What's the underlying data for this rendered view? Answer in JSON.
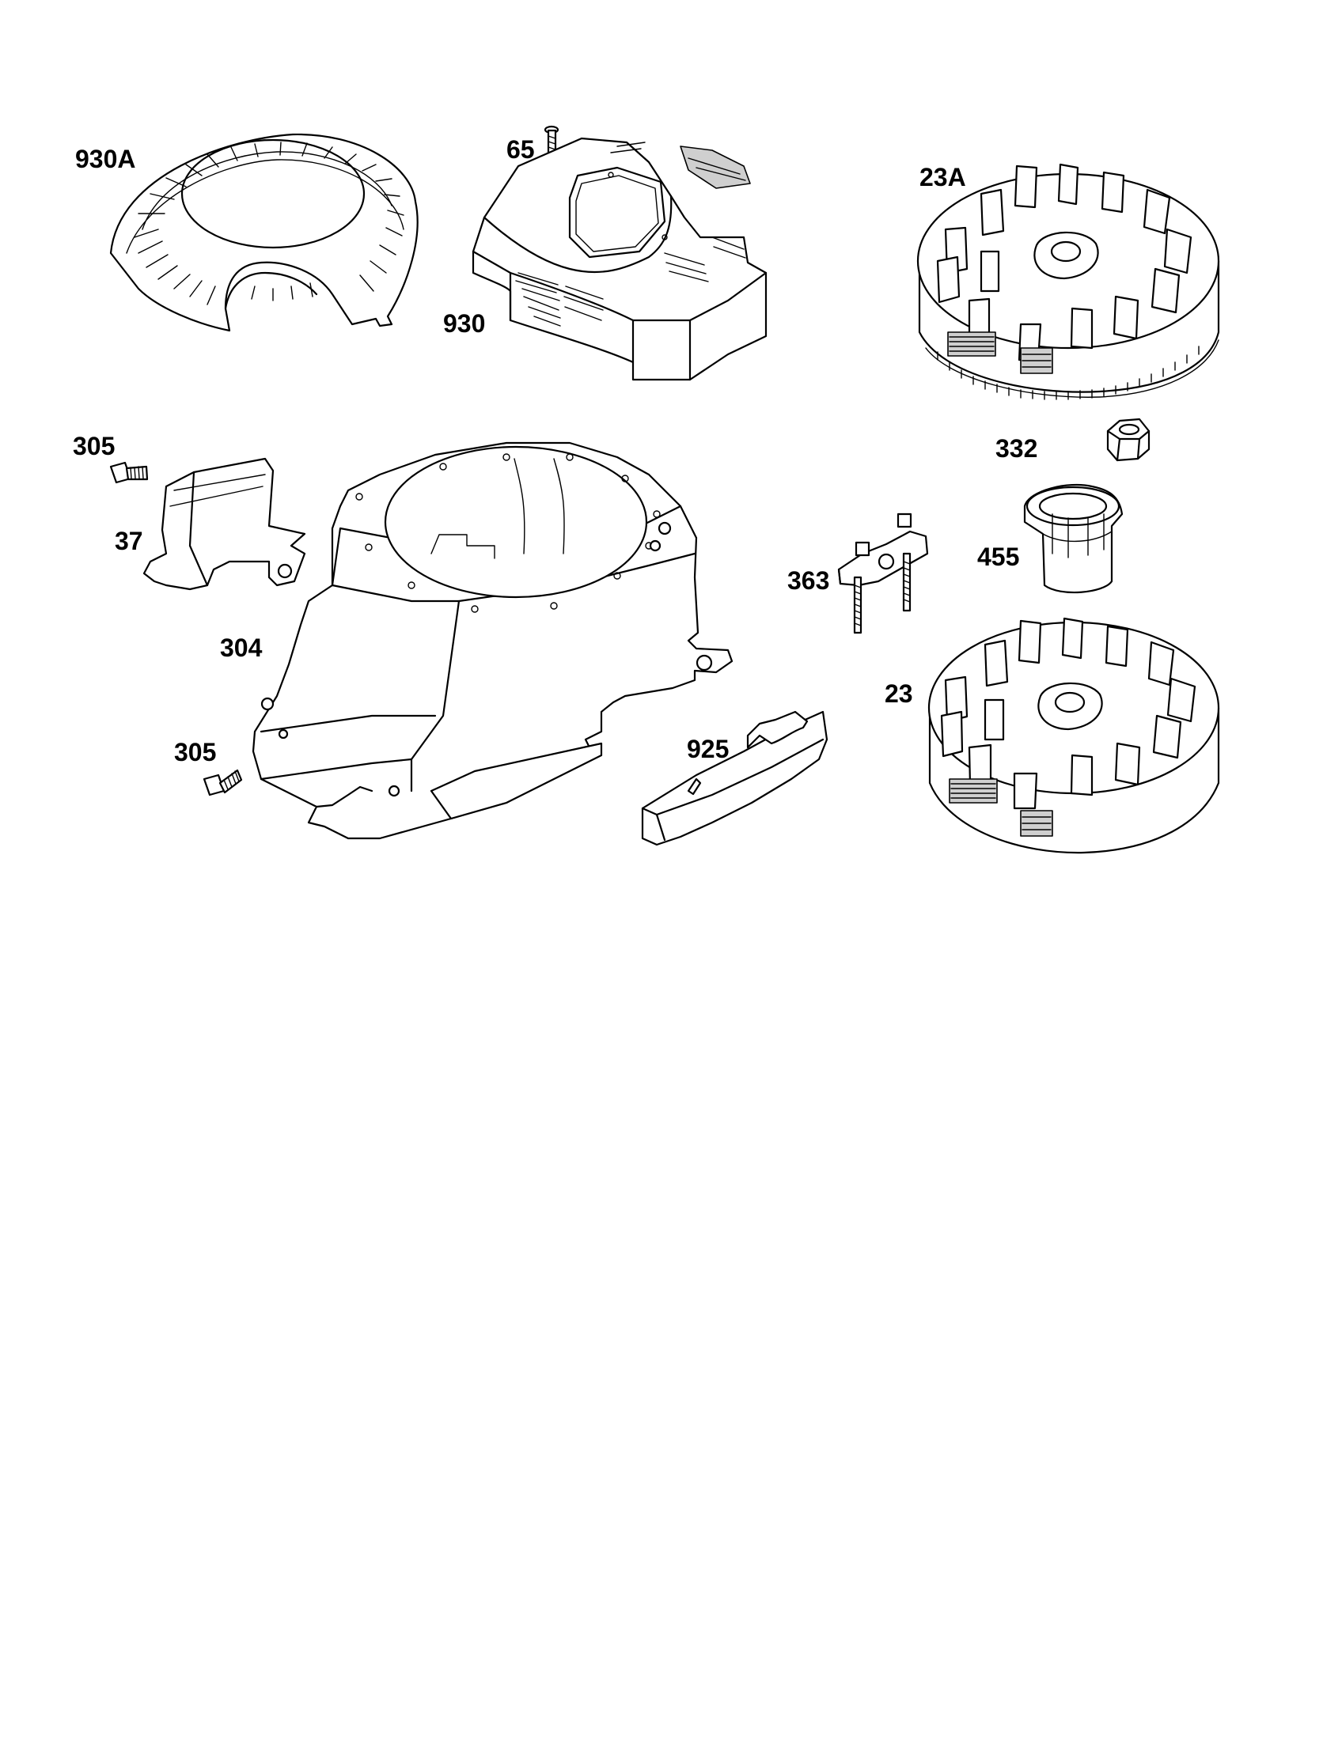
{
  "labels": {
    "p930A": "930A",
    "p65": "65",
    "p930": "930",
    "p23A": "23A",
    "p305_top": "305",
    "p37": "37",
    "p332": "332",
    "p363": "363",
    "p455": "455",
    "p304": "304",
    "p23": "23",
    "p305_bottom": "305",
    "p925": "925"
  }
}
